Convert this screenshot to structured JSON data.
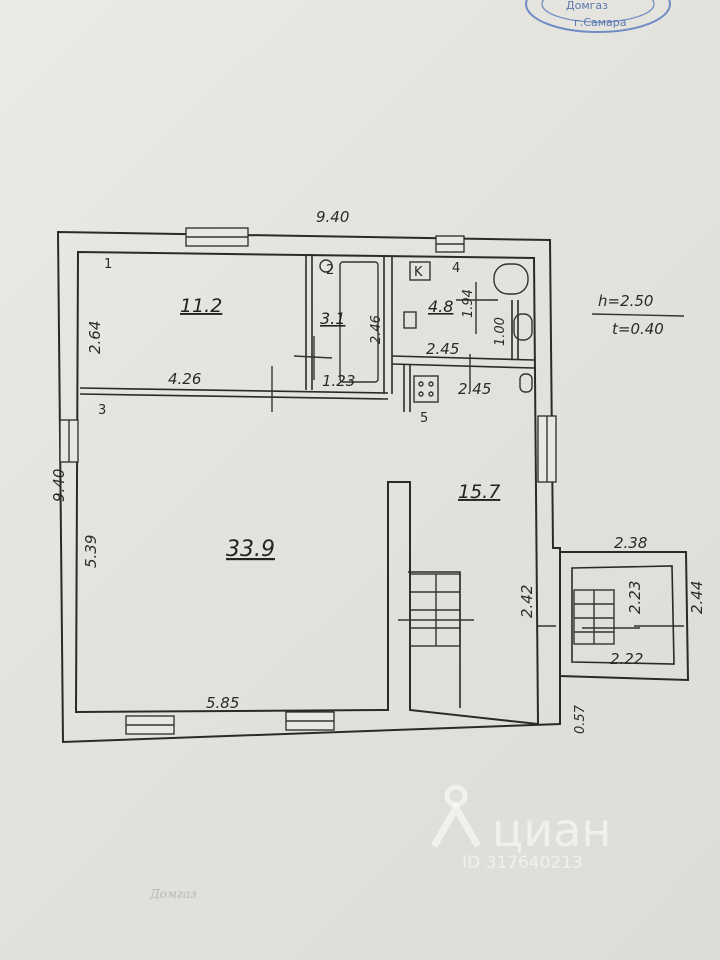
{
  "stamp": {
    "line1": "Домгаз",
    "line2": "г.Самара"
  },
  "legend": {
    "height": "h=2.50",
    "thickness": "t=0.40"
  },
  "rooms": [
    {
      "number": "1",
      "area": "11.2"
    },
    {
      "number": "2",
      "area": "3.1"
    },
    {
      "number": "3",
      "area": "33.9"
    },
    {
      "number": "4",
      "area": "4.8"
    },
    {
      "number": "5",
      "area": "15.7"
    }
  ],
  "fixtures": {
    "boiler_letter": "K"
  },
  "dimensions": {
    "top_total": "9.40",
    "left_total": "9.40",
    "room1_height": "2.64",
    "room1_width": "4.26",
    "room2_width": "1.23",
    "room2_height": "2.46",
    "room4_width": "2.45",
    "room4_height": "1.94",
    "room4_side": "1.00",
    "hall_width": "2.45",
    "room3_height": "5.39",
    "room3_width": "5.85",
    "stair_width": "2.42",
    "porch_width": "2.38",
    "porch_inner_width": "2.22",
    "porch_height": "2.23",
    "porch_outer_height": "2.44",
    "porch_offset": "0.57"
  },
  "watermark": {
    "brand": "циан",
    "id": "ID 317640213"
  },
  "footer_text": "Домгаз"
}
